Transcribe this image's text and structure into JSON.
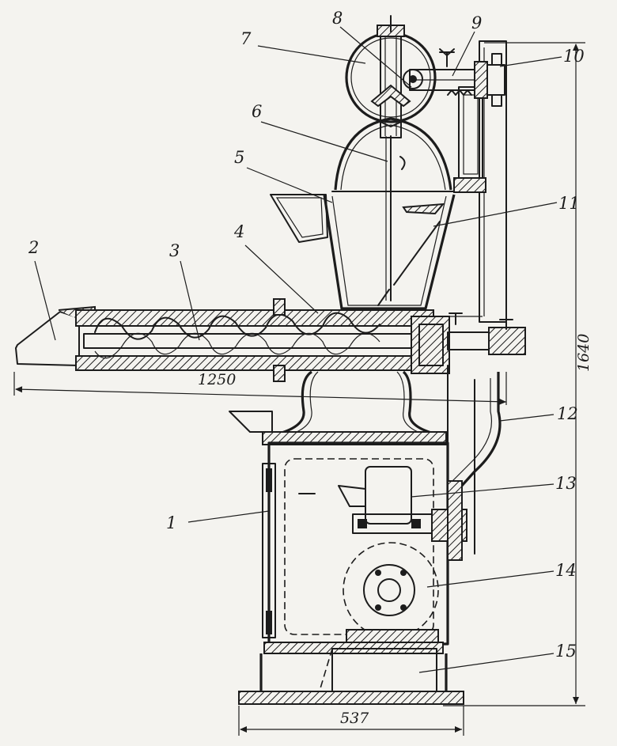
{
  "labels": {
    "l1": "1",
    "l2": "2",
    "l3": "3",
    "l4": "4",
    "l5": "5",
    "l6": "6",
    "l7": "7",
    "l8": "8",
    "l9": "9",
    "l10": "10",
    "l11": "11",
    "l12": "12",
    "l13": "13",
    "l14": "14",
    "l15": "15"
  },
  "dimensions": {
    "length": "1250",
    "height": "1640",
    "base": "537"
  }
}
